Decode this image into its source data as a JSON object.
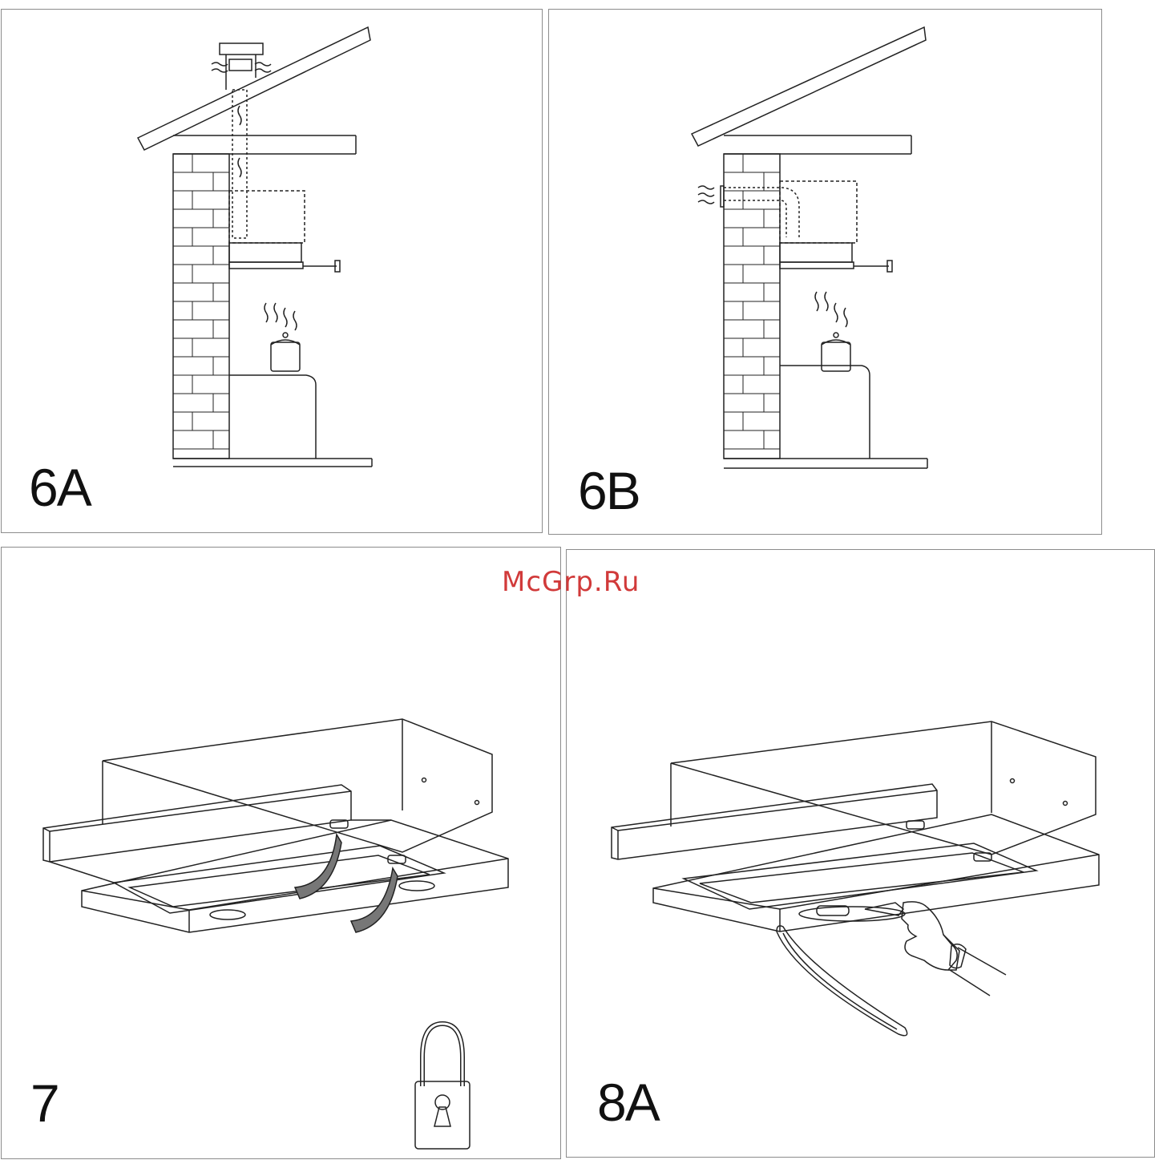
{
  "panels": {
    "p6a": {
      "label": "6A"
    },
    "p6b": {
      "label": "6B"
    },
    "p7": {
      "label": "7"
    },
    "p8a": {
      "label": "8A"
    }
  },
  "watermark": "McGrp.Ru",
  "colors": {
    "line": "#222222",
    "panel_border": "#8c8c8c",
    "watermark": "#d13a3a"
  },
  "icons": [
    "padlock-icon",
    "hand-icon",
    "pot-icon",
    "chimney-icon"
  ]
}
